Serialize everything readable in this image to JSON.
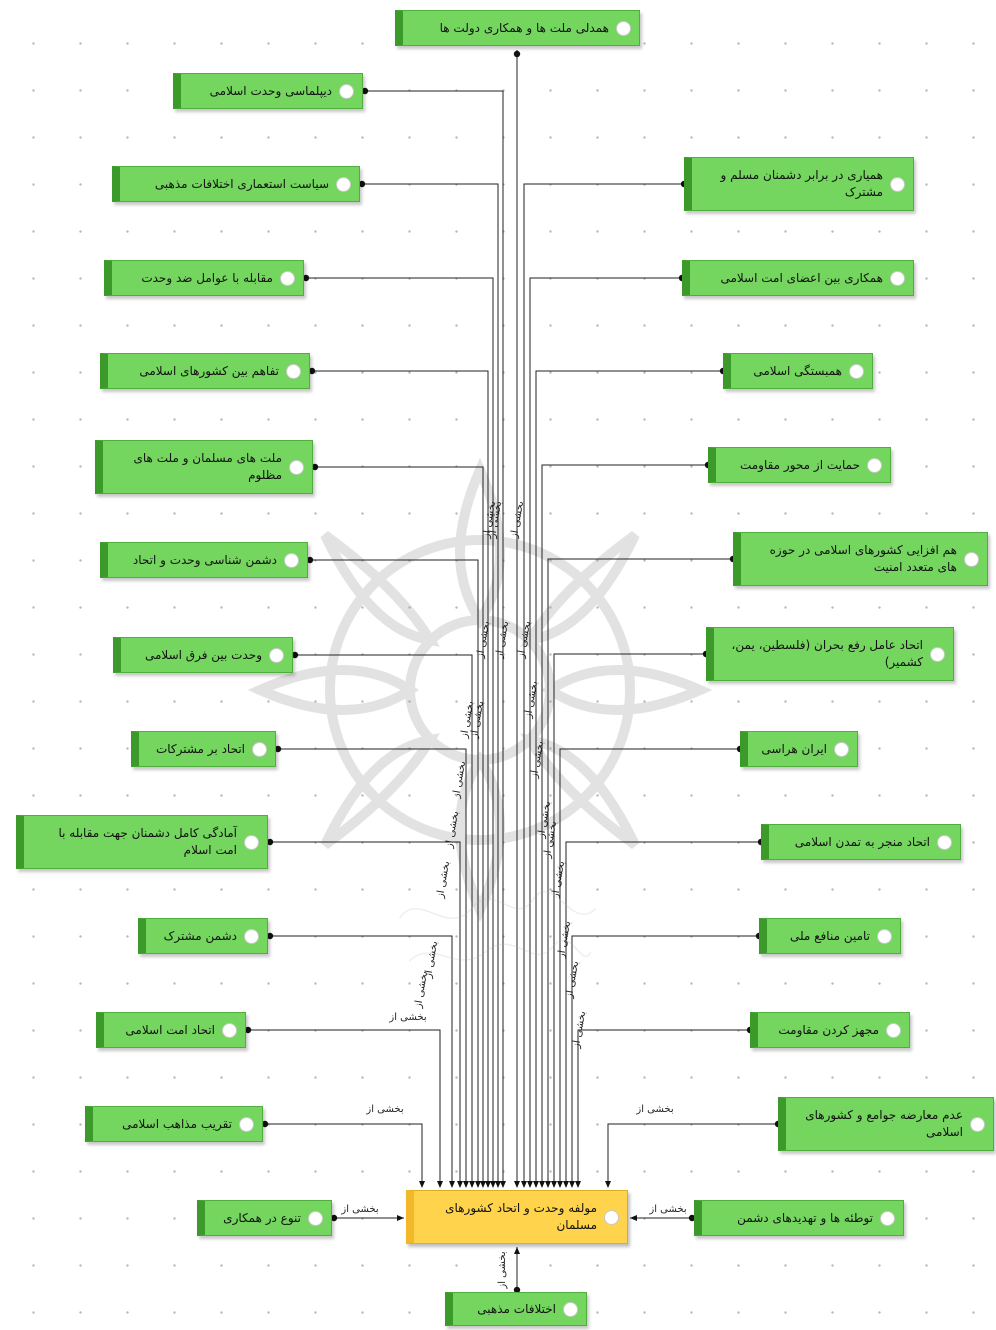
{
  "diagram": {
    "central": {
      "id": "center",
      "label": "مولفه وحدت و اتحاد کشورهای مسلمان"
    },
    "nodes": [
      {
        "id": "top",
        "label": "همدلی ملت ها و همکاری دولت ها"
      },
      {
        "id": "l1",
        "label": "دیپلماسی وحدت اسلامی"
      },
      {
        "id": "l2",
        "label": "سیاست استعماری اختلافات مذهبی"
      },
      {
        "id": "l3",
        "label": "مقابله با عوامل ضد وحدت"
      },
      {
        "id": "l4",
        "label": "تفاهم بین کشورهای اسلامی"
      },
      {
        "id": "l5",
        "label": "ملت های مسلمان و ملت های مظلوم"
      },
      {
        "id": "l6",
        "label": "دشمن شناسی وحدت و اتحاد"
      },
      {
        "id": "l7",
        "label": "وحدت بین فرق اسلامی"
      },
      {
        "id": "l8",
        "label": "اتحاد بر مشترکات"
      },
      {
        "id": "l9",
        "label": "آمادگی کامل دشمنان جهت مقابله با امت اسلام"
      },
      {
        "id": "l10",
        "label": "دشمن مشترک"
      },
      {
        "id": "l11",
        "label": "اتحاد امت اسلامی"
      },
      {
        "id": "l12",
        "label": "تقریب مذاهب اسلامی"
      },
      {
        "id": "r1",
        "label": "همیاری در برابر دشمنان مسلم و مشترک"
      },
      {
        "id": "r2",
        "label": "همکاری بین اعضای امت اسلامی"
      },
      {
        "id": "r3",
        "label": "همبستگی اسلامی"
      },
      {
        "id": "r4",
        "label": "حمایت از محور مقاومت"
      },
      {
        "id": "r5",
        "label": "هم افزایی کشورهای اسلامی در حوزه های متعدد امنیت"
      },
      {
        "id": "r6",
        "label": "اتحاد عامل رفع بحران (فلسطین، یمن، کشمیر)"
      },
      {
        "id": "r7",
        "label": "ایران هراسی"
      },
      {
        "id": "r8",
        "label": "اتحاد منجر به تمدن اسلامی"
      },
      {
        "id": "r9",
        "label": "تامین منافع ملی"
      },
      {
        "id": "r10",
        "label": "مجهز کردن مقاومت"
      },
      {
        "id": "r11",
        "label": "عدم معارضه جوامع و کشورهای اسلامی"
      },
      {
        "id": "side_left",
        "label": "تنوع در همکاری"
      },
      {
        "id": "side_right",
        "label": "توطئه ها و تهدیدهای دشمن"
      },
      {
        "id": "bottom",
        "label": "اختلافات مذهبی"
      }
    ],
    "edge_label": "بخشی از"
  }
}
